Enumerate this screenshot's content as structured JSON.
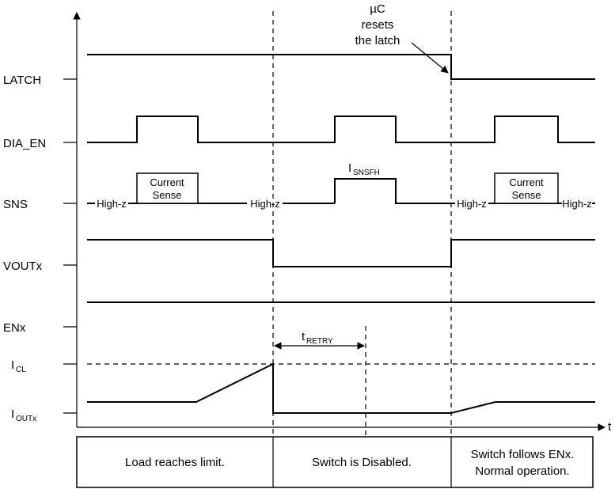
{
  "signals": {
    "latch": "LATCH",
    "dia_en": "DIA_EN",
    "sns": "SNS",
    "voutx": "VOUTx",
    "enx": "ENx",
    "icl_main": "I",
    "icl_sub": "CL",
    "ioutx_main": "I",
    "ioutx_sub": "OUTx"
  },
  "axis": {
    "time": "t"
  },
  "annotations": {
    "uc_line1": "µC",
    "uc_line2": "resets",
    "uc_line3": "the latch",
    "current_sense_line1": "Current",
    "current_sense_line2": "Sense",
    "high_z": "High-z",
    "isnsfh_main": "I",
    "isnsfh_sub": "SNSFH",
    "tretry_main": "t",
    "tretry_sub": "RETRY"
  },
  "phases": {
    "p1": "Load reaches limit.",
    "p2": "Switch is Disabled.",
    "p3_line1": "Switch follows ENx.",
    "p3_line2": "Normal operation."
  }
}
